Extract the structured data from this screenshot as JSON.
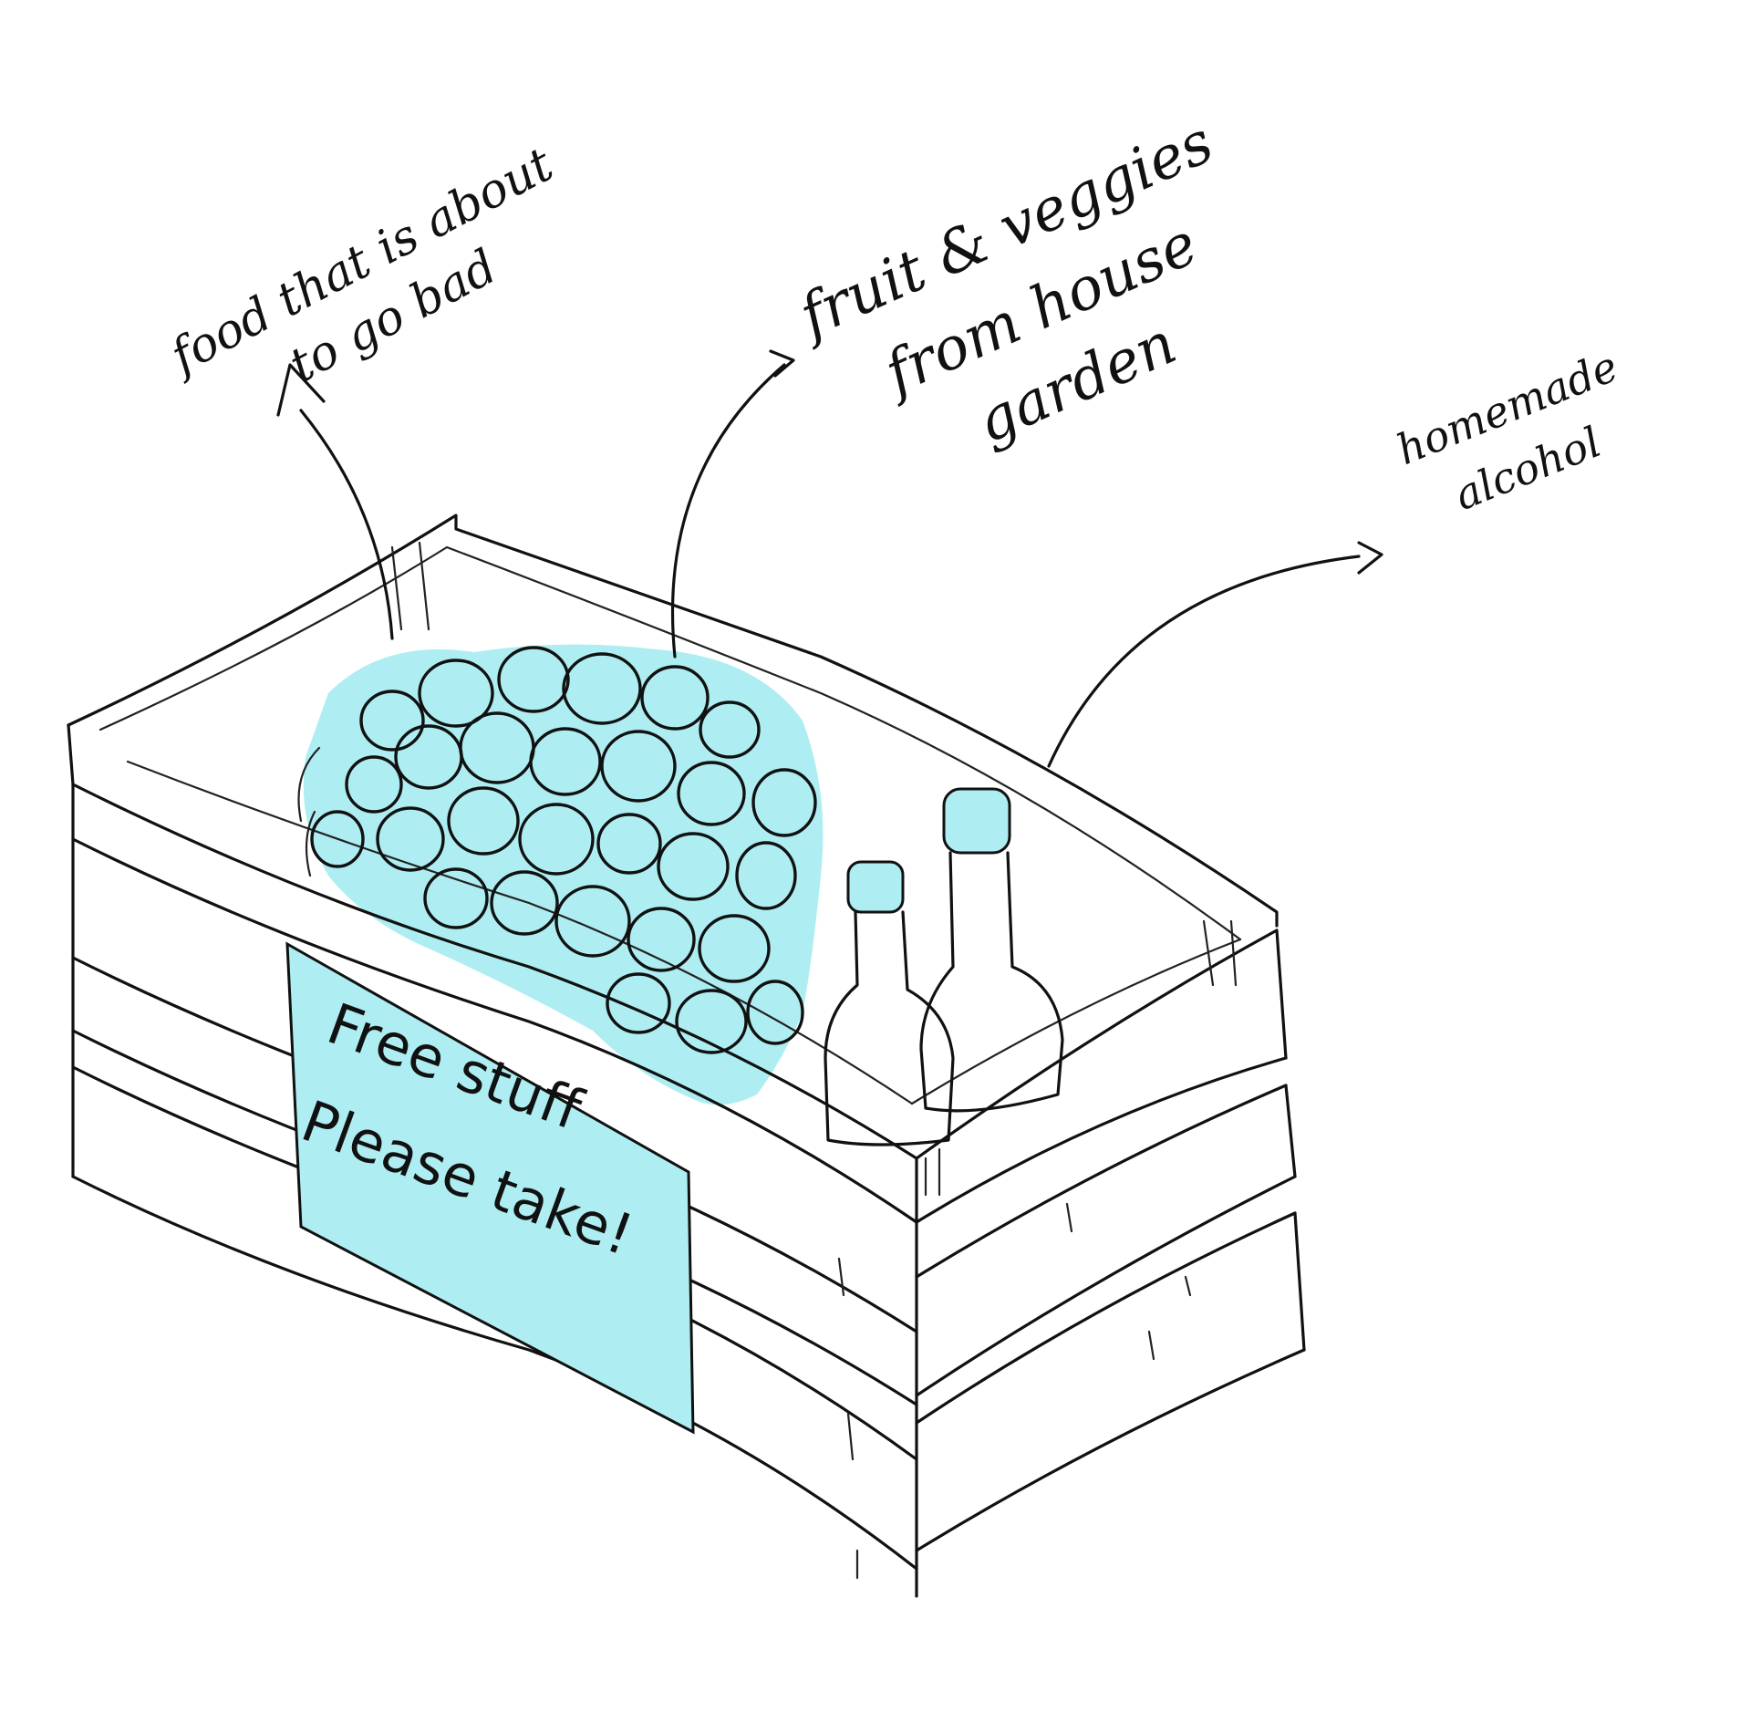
{
  "annotations": {
    "food_about_to_go_bad": [
      "food that is about",
      "to go bad"
    ],
    "fruit_veggies": [
      "fruit & veggies",
      "from house",
      "garden"
    ],
    "homemade_alcohol": [
      "homemade",
      "alcohol"
    ]
  },
  "sign": {
    "line1": "Free stuff",
    "line2": "Please take!"
  },
  "colors": {
    "ink": "#111111",
    "highlight": "#aeeef2"
  }
}
